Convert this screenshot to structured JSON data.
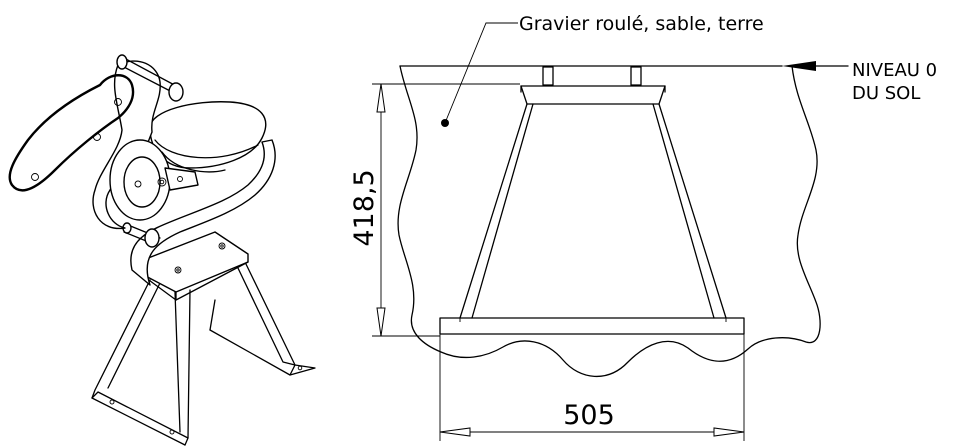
{
  "labels": {
    "ground_material": "Gravier roulé, sable, terre",
    "ground_level_line1": "NIVEAU 0",
    "ground_level_line2": "DU SOL"
  },
  "dimensions": {
    "height": "418,5",
    "width": "505"
  },
  "colors": {
    "line": "#000000",
    "background": "#ffffff"
  }
}
